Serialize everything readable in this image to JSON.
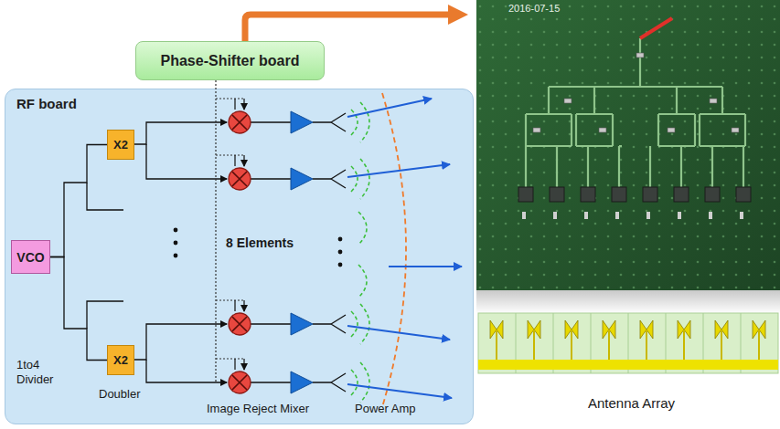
{
  "diagram": {
    "nodes": [
      {
        "text": [
          "Phase-Shifter board"
        ]
      },
      {
        "text": [
          "RF board"
        ]
      },
      {
        "text": [
          "VCO"
        ],
        "in": 1
      },
      {
        "text": [
          "X2"
        ],
        "in": 1
      },
      {
        "text": [
          "X2"
        ],
        "in": 1
      }
    ],
    "edges": [
      {
        "from": 2,
        "to": 3,
        "arrow": "none"
      },
      {
        "from": 2,
        "to": 4,
        "arrow": "none"
      }
    ],
    "labels": [
      "2016-07-15",
      "8 Elements",
      "1to4 Divider",
      "Doubler",
      "Image Reject Mixer",
      "Power Amp",
      "Antenna Array"
    ]
  }
}
